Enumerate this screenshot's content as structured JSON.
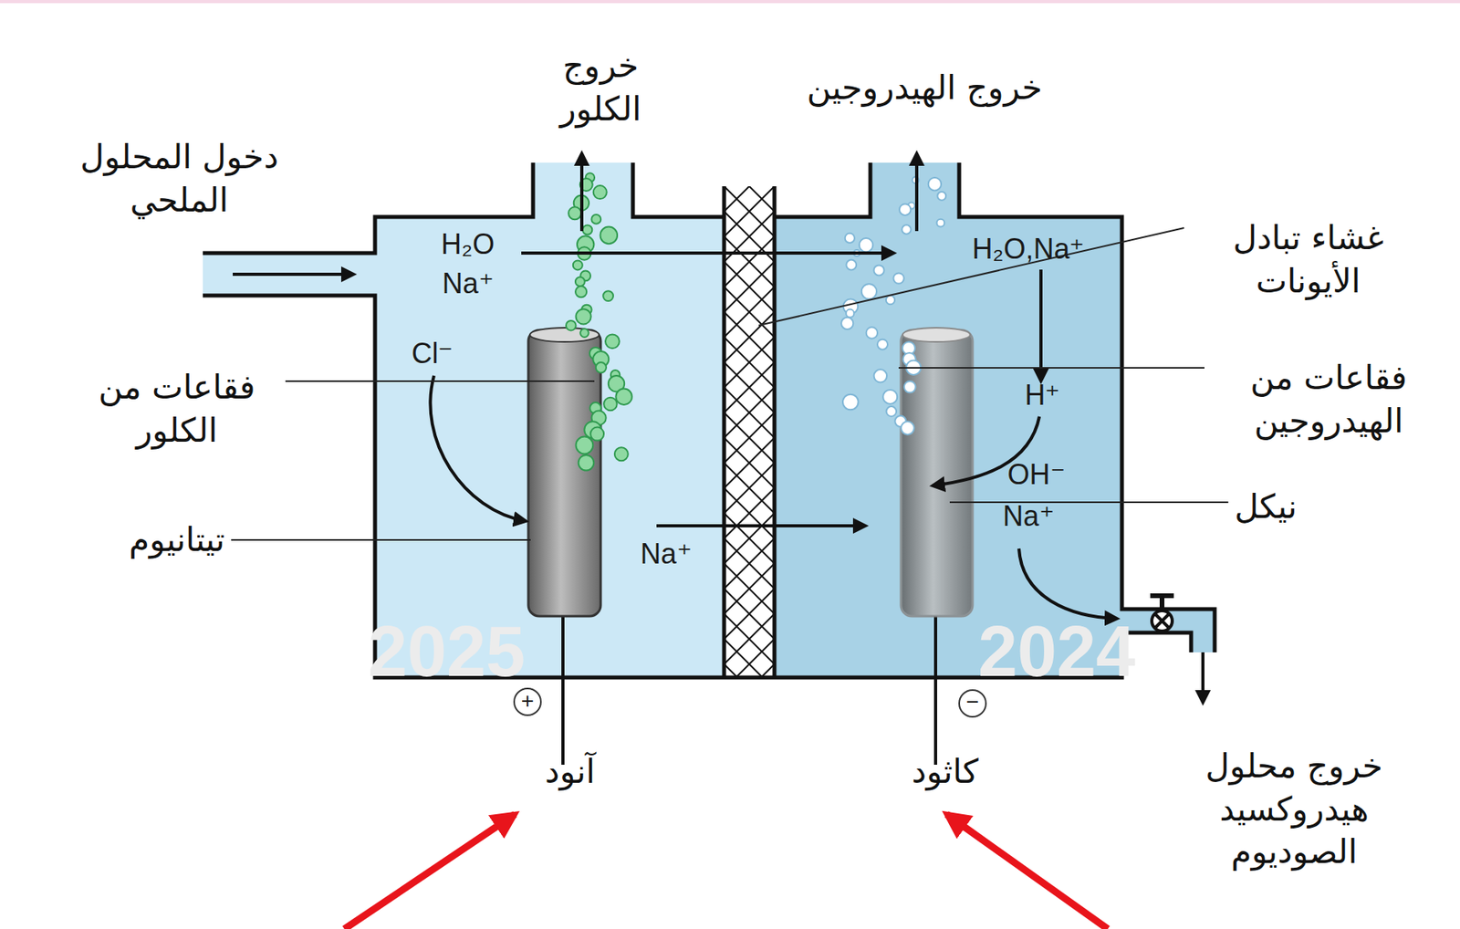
{
  "diagram": {
    "labels": [
      "دخول المحلول الملحي",
      "خروج الكلور",
      "خروج الهيدروجين",
      "H₂O",
      "Na⁺",
      "H₂O,Na⁺",
      "غشاء تبادل الأيونات",
      "Cl⁻",
      "فقاعات من الكلور",
      "H⁺",
      "فقاعات من الهيدروجين",
      "OH⁻",
      "Na⁺",
      "نيكل",
      "تيتانيوم",
      "Na⁺",
      "+",
      "−",
      "آنود",
      "كاثود",
      "خروج محلول هيدروكسيد الصوديوم",
      "2025",
      "2024"
    ]
  }
}
